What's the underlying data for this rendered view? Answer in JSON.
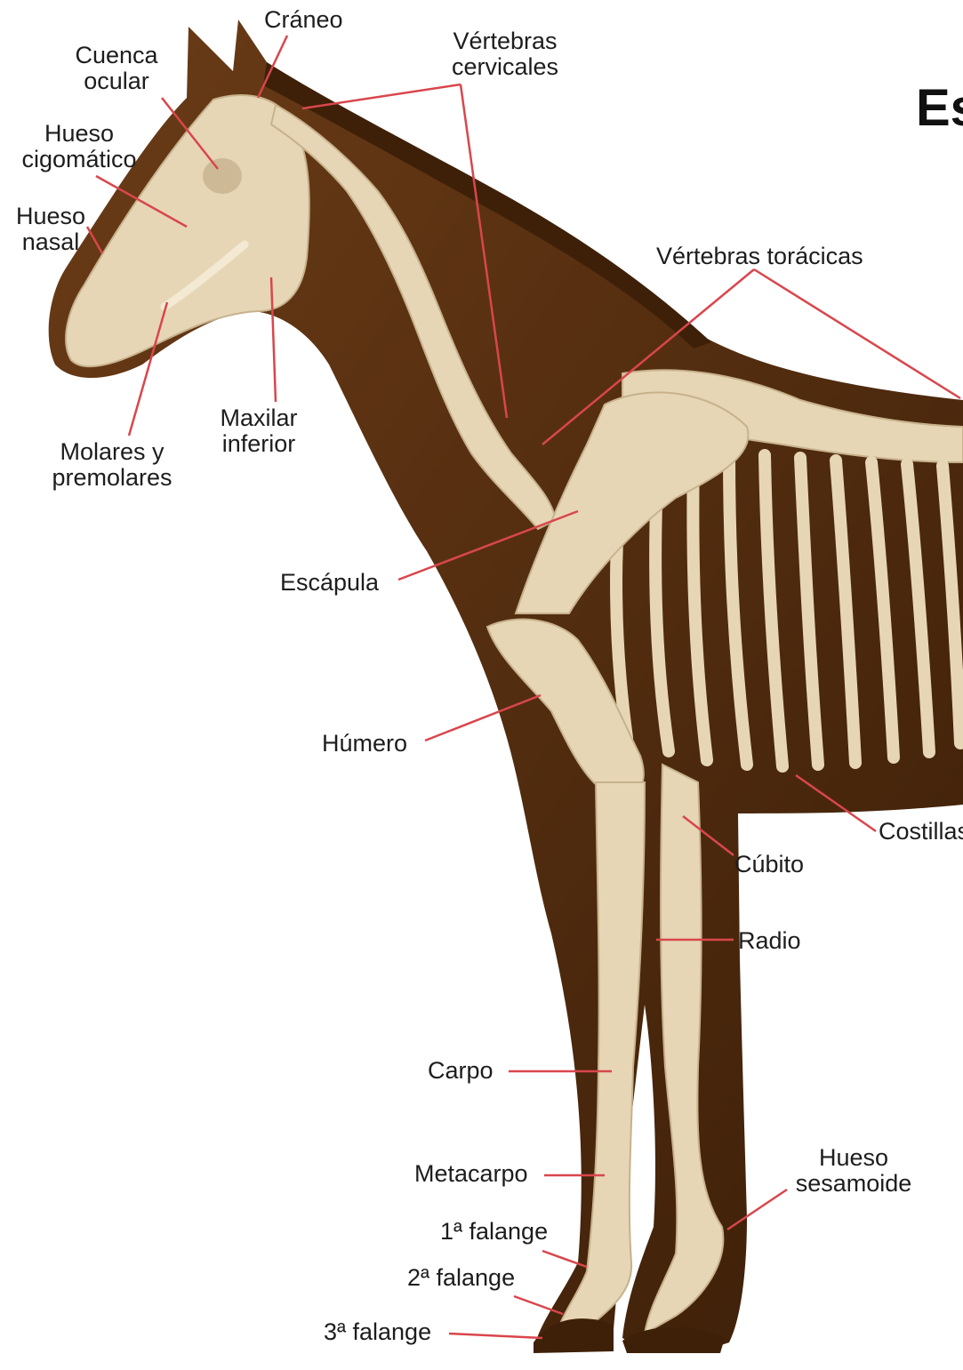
{
  "title_fragment": "Es",
  "labels": {
    "craneo": "Cráneo",
    "cuenca_ocular": [
      "Cuenca",
      "ocular"
    ],
    "vertebras_cervicales": [
      "Vértebras",
      "cervicales"
    ],
    "hueso_cigomatico": [
      "Hueso",
      "cigomático"
    ],
    "hueso_nasal": [
      "Hueso",
      "nasal"
    ],
    "vertebras_toracicas": "Vértebras torácicas",
    "maxilar_inferior": [
      "Maxilar",
      "inferior"
    ],
    "molares_premolares": [
      "Molares y",
      "premolares"
    ],
    "escapula": "Escápula",
    "humero": "Húmero",
    "costillas": "Costillas",
    "cubito": "Cúbito",
    "radio": "Radio",
    "carpo": "Carpo",
    "metacarpo": "Metacarpo",
    "hueso_sesamoide": [
      "Hueso",
      "sesamoide"
    ],
    "falange_1": "1ª falange",
    "falange_2": "2ª falange",
    "falange_3": "3ª falange"
  },
  "colors": {
    "coat": "#5a3212",
    "coat_dark": "#3e2008",
    "bone": "#e6d6b6",
    "bone_shadow": "#c7b28c",
    "leader": "#d9464c"
  }
}
